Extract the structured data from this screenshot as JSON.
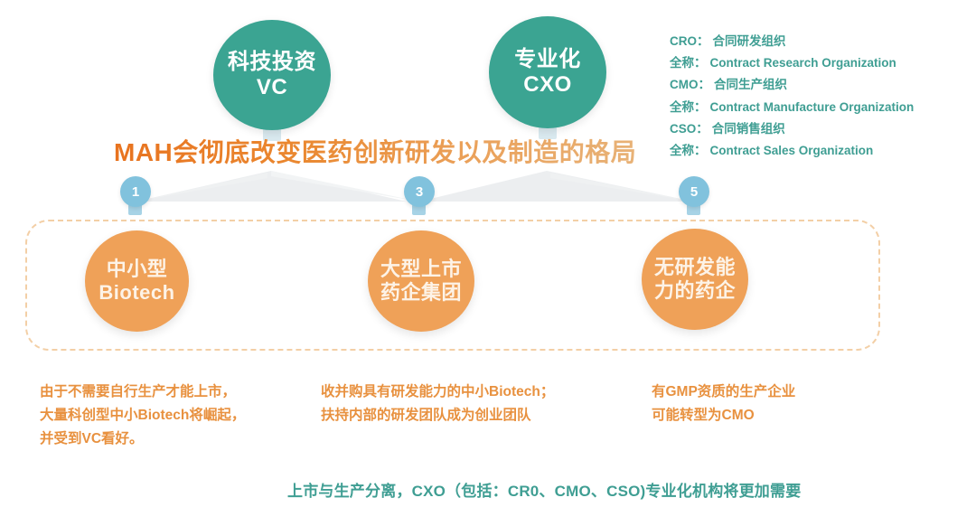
{
  "title": "MAH会彻底改变医药创新研发以及制造的格局",
  "top_circles": [
    {
      "id": "tc1",
      "line1": "科技投资",
      "line2": "VC",
      "color": "#3ba492"
    },
    {
      "id": "tc2",
      "line1": "专业化",
      "line2": "CXO",
      "color": "#3ba492"
    }
  ],
  "badges": [
    {
      "number": "1",
      "color": "#81c2dd"
    },
    {
      "number": "3",
      "color": "#81c2dd"
    },
    {
      "number": "5",
      "color": "#81c2dd"
    }
  ],
  "actor_circles": [
    {
      "id": "oc1",
      "line1": "中小型",
      "line2": "Biotech",
      "color": "#efa158"
    },
    {
      "id": "oc2",
      "line1": "大型上市",
      "line2": "药企集团",
      "color": "#efa158"
    },
    {
      "id": "oc3",
      "line1": "无研发能",
      "line2": "力的药企",
      "color": "#efa158"
    }
  ],
  "legend": {
    "color": "#3f9e93",
    "rows": [
      {
        "key": "CRO：",
        "value": "合同研发组织"
      },
      {
        "key": "全称：",
        "value": "Contract Research Organization"
      },
      {
        "key": "CMO：",
        "value": "合同生产组织"
      },
      {
        "key": "全称：",
        "value": "Contract Manufacture Organization"
      },
      {
        "key": "CSO：",
        "value": "合同销售组织"
      },
      {
        "key": "全称：",
        "value": "Contract Sales Organization"
      }
    ]
  },
  "notes": [
    {
      "color": "#e8913f",
      "lines": [
        "由于不需要自行生产才能上市，",
        "大量科创型中小Biotech将崛起，",
        "并受到VC看好。"
      ]
    },
    {
      "color": "#e8913f",
      "lines": [
        "收并购具有研发能力的中小Biotech；",
        "扶持内部的研发团队成为创业团队"
      ]
    },
    {
      "color": "#e8913f",
      "lines": [
        "有GMP资质的生产企业",
        "可能转型为CMO"
      ]
    }
  ],
  "caption": "上市与生产分离，CXO（包括：CR0、CMO、CSO)专业化机构将更加需要",
  "colors": {
    "teal": "#3ba492",
    "orange": "#efa158",
    "blue": "#81c2dd",
    "dashed_border": "#f3cfa6",
    "title_gradient_start": "#e8731f",
    "title_gradient_end": "#e8b277",
    "fan_grey": "#eceef0"
  }
}
